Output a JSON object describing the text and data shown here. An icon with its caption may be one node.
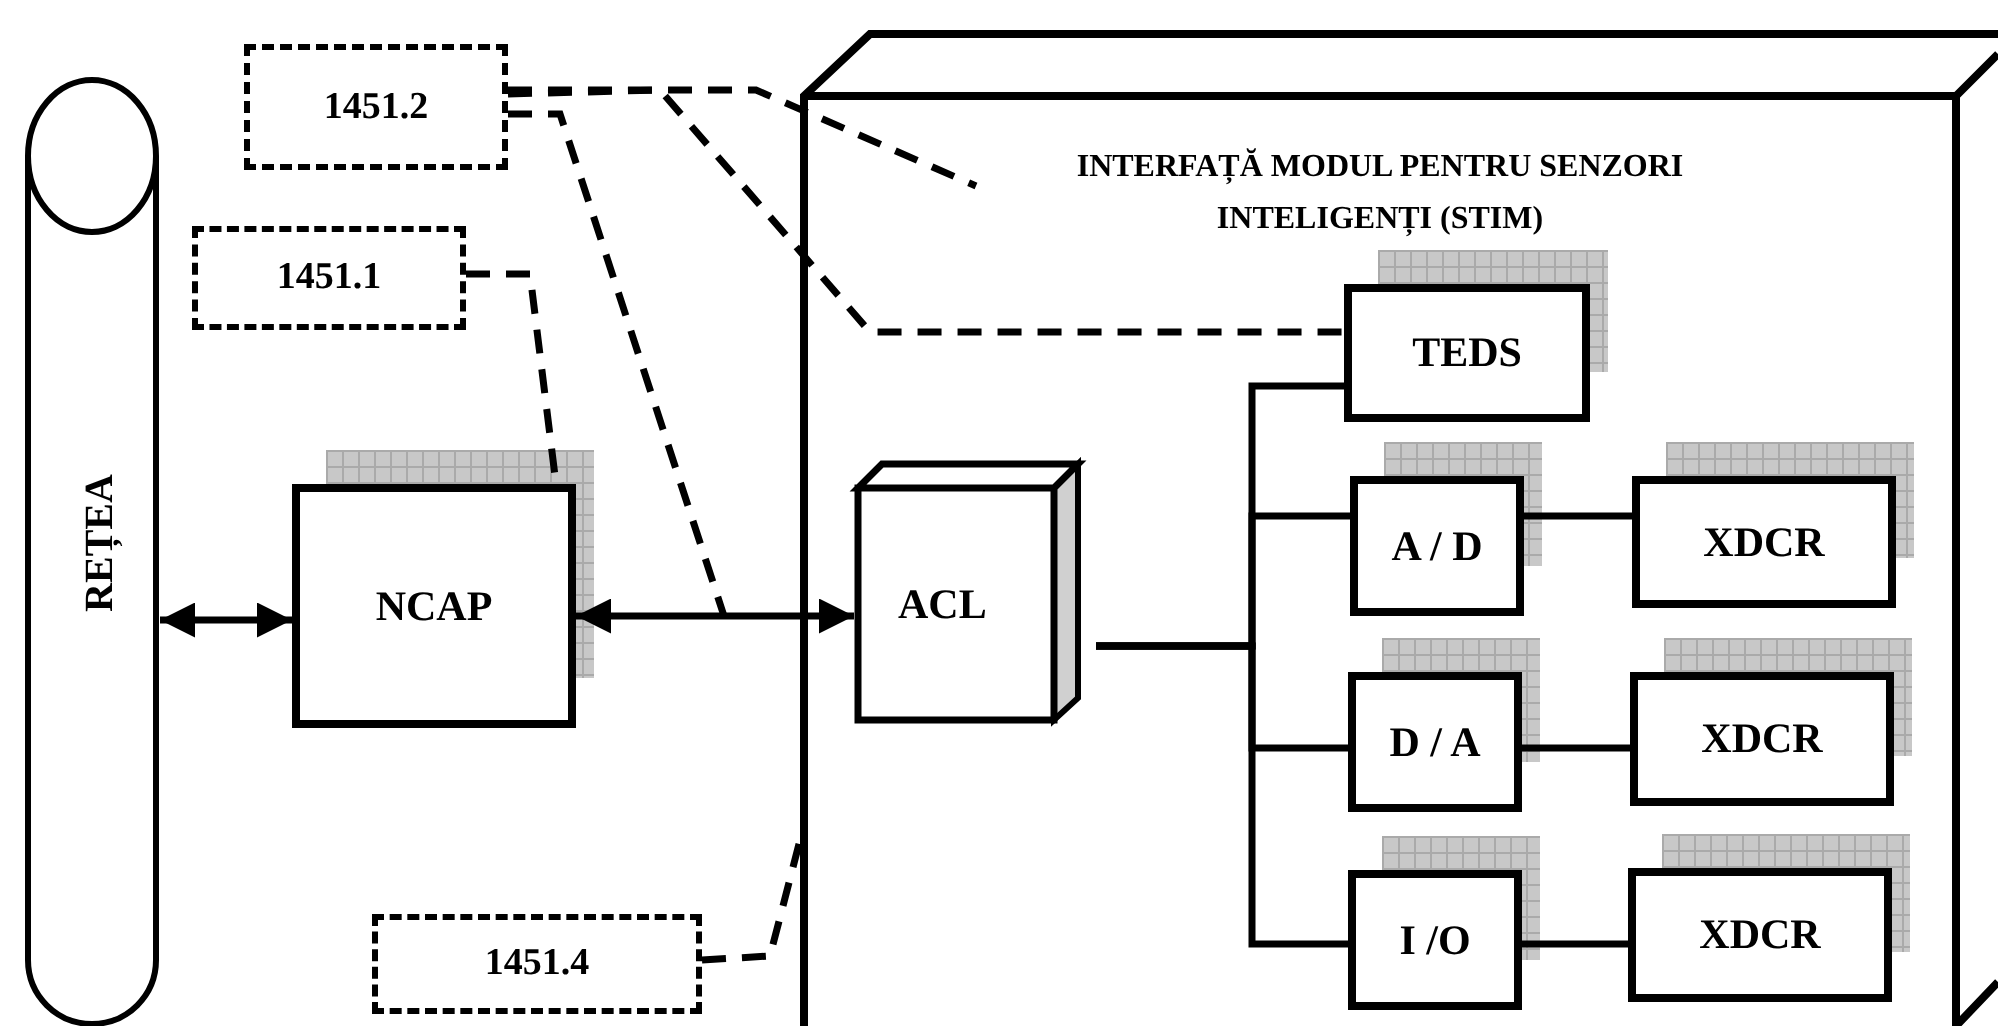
{
  "diagram": {
    "nodes": [
      {
        "text": [
          "REȚEA"
        ]
      },
      {
        "text": [
          "1451.2"
        ]
      },
      {
        "text": [
          "1451.1"
        ]
      },
      {
        "text": [
          "NCAP"
        ]
      },
      {
        "text": [
          "INTERFAȚĂ MODUL PENTRU SENZORI INTELIGENȚI (STIM)"
        ]
      },
      {
        "text": [
          "ACL"
        ],
        "in": 4
      },
      {
        "text": [
          "TEDS"
        ],
        "in": 4
      },
      {
        "text": [
          "A / D"
        ],
        "in": 4
      },
      {
        "text": [
          "XDCR"
        ],
        "in": 4
      },
      {
        "text": [
          "D / A"
        ],
        "in": 4
      },
      {
        "text": [
          "XDCR"
        ],
        "in": 4
      },
      {
        "text": [
          "I /O"
        ],
        "in": 4
      },
      {
        "text": [
          "XDCR"
        ],
        "in": 4
      },
      {
        "text": [
          "1451.4"
        ]
      }
    ],
    "edges": [
      {
        "from": 0,
        "to": 3,
        "arrow": "both"
      },
      {
        "from": 3,
        "to": 5,
        "arrow": "both"
      },
      {
        "from": 5,
        "to": 6,
        "arrow": "none"
      },
      {
        "from": 5,
        "to": 7,
        "arrow": "none"
      },
      {
        "from": 5,
        "to": 9,
        "arrow": "none"
      },
      {
        "from": 5,
        "to": 11,
        "arrow": "none"
      },
      {
        "from": 7,
        "to": 8,
        "arrow": "none"
      },
      {
        "from": 9,
        "to": 10,
        "arrow": "none"
      },
      {
        "from": 11,
        "to": 12,
        "arrow": "none"
      },
      {
        "from": 1,
        "to": 4,
        "arrow": "none",
        "style": "dashed"
      },
      {
        "from": 1,
        "to": 6,
        "arrow": "none",
        "style": "dashed"
      },
      {
        "from": 1,
        "to": null,
        "arrow": "none",
        "style": "dashed"
      },
      {
        "from": 2,
        "to": 3,
        "arrow": "none",
        "style": "dashed"
      },
      {
        "from": 13,
        "to": 4,
        "arrow": "none",
        "style": "dashed"
      }
    ]
  }
}
